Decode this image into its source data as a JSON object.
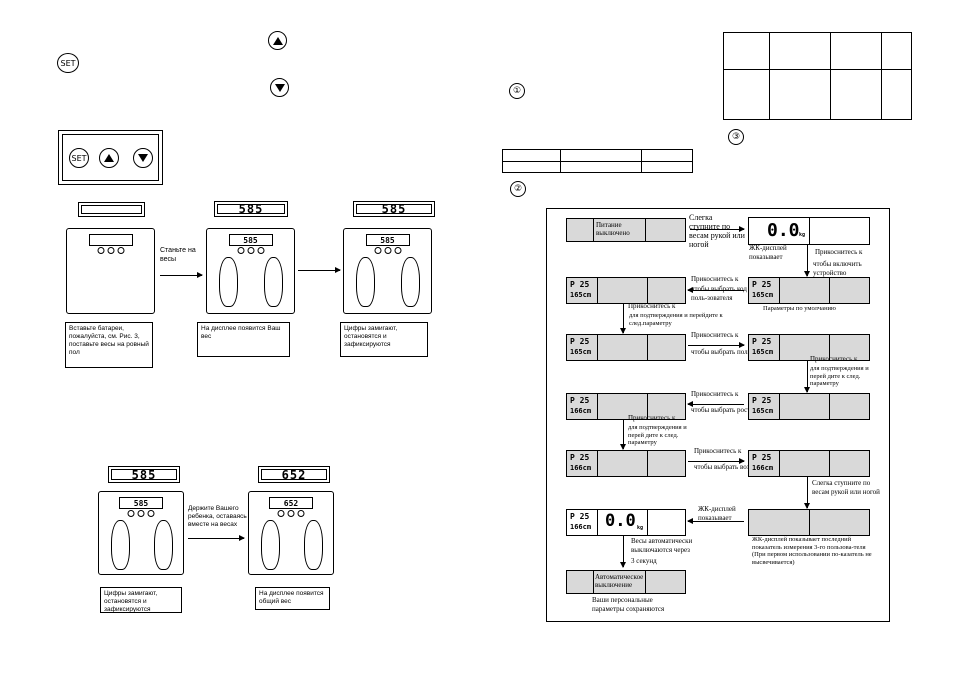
{
  "left": {
    "buttons": {
      "set": "SET"
    },
    "lcd": {
      "s2": "585",
      "s3": "585",
      "s4": "585",
      "s5": "652"
    },
    "mini": {
      "s1": "",
      "s2": "585",
      "s3": "585",
      "s4": "585",
      "s5": "652"
    },
    "step_labels": {
      "a": "Станьте на весы",
      "b": "Держите Вашего ребенка, оставаясь вместе на весах"
    },
    "captions": {
      "c1": "Вставьте батареи, пожалуйста, см. Рис. 3, поставьте весы на ровный пол",
      "c2": "На дисплее появится Ваш вес",
      "c3": "Цифры замигают, остановятся и зафиксируются",
      "c4": "Цифры замигают, остановятся и зафиксируются",
      "c5": "На дисплее появится общий вес"
    }
  },
  "right": {
    "markers": {
      "m1": "①",
      "m2": "②",
      "m3": "③"
    },
    "flow": {
      "power_off": "Питание выключено",
      "step_on": "Слегка ступните по весам рукой или ногой",
      "lcd_shows": "ЖК-дисплей показывает",
      "touch_on": "Прикоснитесь к",
      "touch_on2": "чтобы включить устройство",
      "defaults": "Параметры по умолчанию",
      "choose_code_a": "Прикоснитесь к",
      "choose_code_b": "чтобы выбрать код поль-зователя",
      "confirm_a": "Прикоснитесь к",
      "confirm_b": "для подтверждения и перейдите к след.параметру",
      "choose_sex_a": "Прикоснитесь к",
      "choose_sex_b": "чтобы выбрать пол",
      "confirm2_a": "Прикоснитесь к",
      "confirm2_b": "для подтверждения и перей дите к след. параметру",
      "choose_h_a": "Прикоснитесь к",
      "choose_h_b": "чтобы выбрать рост",
      "confirm3_a": "Прикоснитесь к",
      "confirm3_b": "для подтверждения и перей дите к след. параметру",
      "choose_age_a": "Прикоснитесь к",
      "choose_age_b": "чтобы выбрать возраст",
      "step_on2": "Слегка ступните по весам рукой или ногой",
      "lcd_shows2": "ЖК-дисплей показывает",
      "last_result": "ЖК-дисплей показывает последний показатель измерения 3-го пользова-теля (При первом использовании по-казатель не высвечивается)",
      "auto_off_a": "Весы автоматически выключаются через",
      "auto_off_b": "3 секунд",
      "auto_off_box": "Автоматическое выключение",
      "saved": "Ваши персональные параметры сохраняются",
      "zero": "0.0",
      "kg": "kg",
      "p1": "P 25",
      "h1": "165cm",
      "h2": "166cm"
    }
  }
}
